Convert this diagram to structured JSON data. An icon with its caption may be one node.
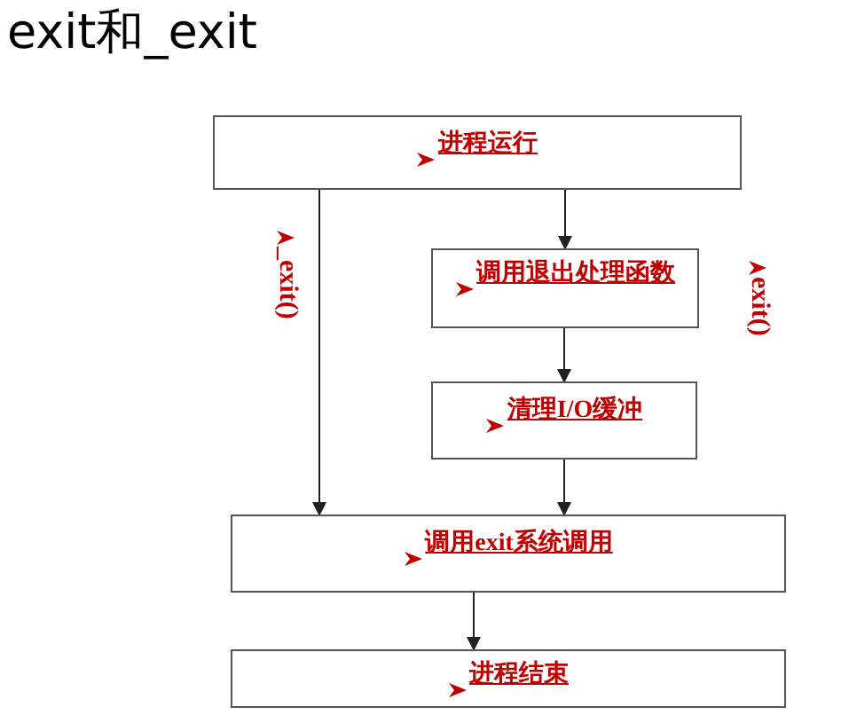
{
  "diagram": {
    "title": "exit和_exit",
    "nodes": [
      {
        "text": [
          "进程运行"
        ]
      },
      {
        "text": [
          "调用退出处理函数"
        ]
      },
      {
        "text": [
          "清理I/O缓冲"
        ]
      },
      {
        "text": [
          "调用exit系统调用"
        ]
      },
      {
        "text": [
          "进程结束"
        ]
      }
    ],
    "edges": [
      {
        "from": 0,
        "to": 3,
        "arrow": "to",
        "label": "_exit()"
      },
      {
        "from": 0,
        "to": 1,
        "arrow": "to"
      },
      {
        "from": 1,
        "to": 2,
        "arrow": "to"
      },
      {
        "from": 2,
        "to": 3,
        "arrow": "to"
      },
      {
        "from": 3,
        "to": 4,
        "arrow": "to"
      }
    ],
    "labels": [
      "exit()"
    ]
  }
}
